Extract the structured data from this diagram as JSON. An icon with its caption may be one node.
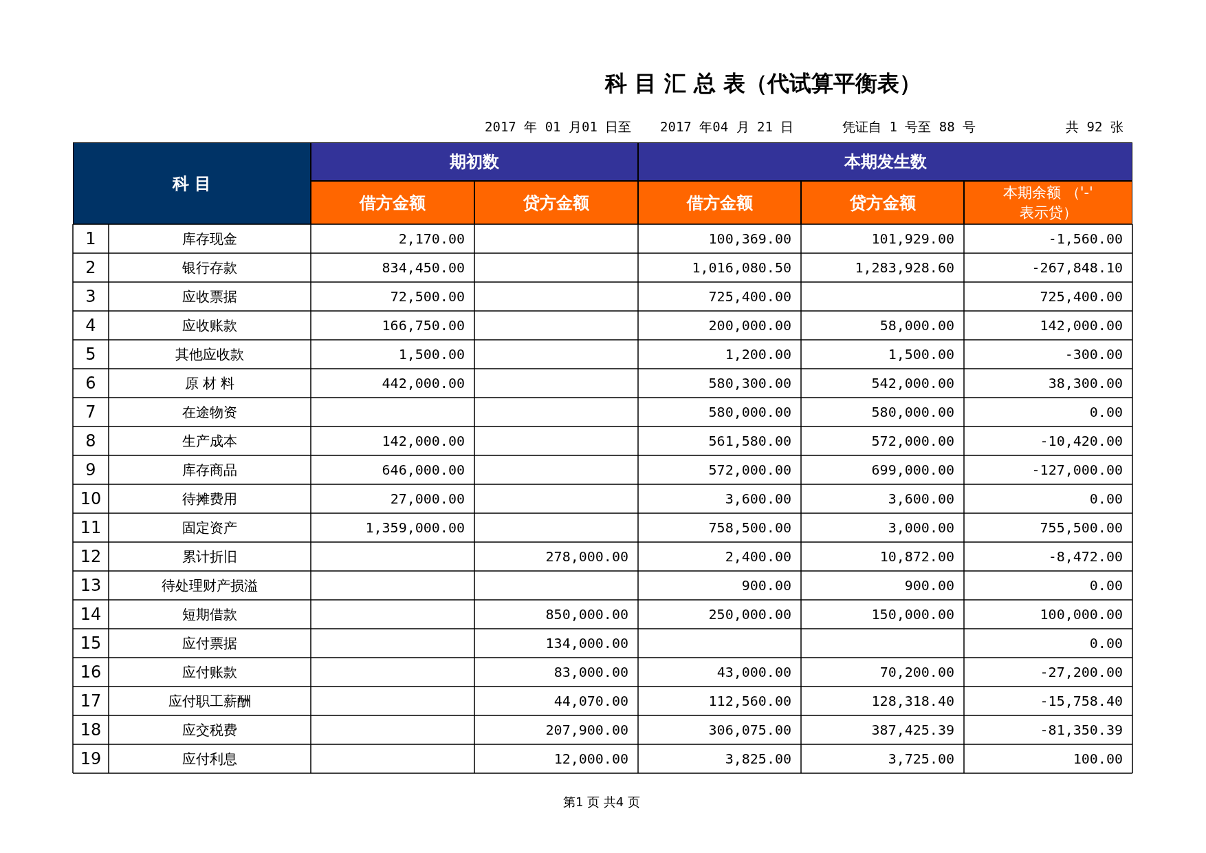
{
  "diagram": {
    "title": "科 目 汇 总 表（代试算平衡表）",
    "labels": [
      "2017 年 01 月01 日至",
      "2017 年04 月 21 日",
      "凭证自 1 号至 88 号",
      "共 92 张",
      "科 目",
      "期初数",
      "本期发生数",
      "借方金额",
      "贷方金额",
      "借方金额",
      "贷方金额",
      "本期余额 （'-' 表示贷）",
      "1",
      "库存现金",
      "2,170.00",
      "100,369.00",
      "101,929.00",
      "-1,560.00",
      "2",
      "银行存款",
      "834,450.00",
      "1,016,080.50",
      "1,283,928.60",
      "-267,848.10",
      "3",
      "应收票据",
      "72,500.00",
      "725,400.00",
      "725,400.00",
      "4",
      "应收账款",
      "166,750.00",
      "200,000.00",
      "58,000.00",
      "142,000.00",
      "5",
      "其他应收款",
      "1,500.00",
      "1,200.00",
      "1,500.00",
      "-300.00",
      "6",
      "原 材 料",
      "442,000.00",
      "580,300.00",
      "542,000.00",
      "38,300.00",
      "7",
      "在途物资",
      "580,000.00",
      "580,000.00",
      "0.00",
      "8",
      "生产成本",
      "142,000.00",
      "561,580.00",
      "572,000.00",
      "-10,420.00",
      "9",
      "库存商品",
      "646,000.00",
      "572,000.00",
      "699,000.00",
      "-127,000.00",
      "10",
      "待摊费用",
      "27,000.00",
      "3,600.00",
      "3,600.00",
      "0.00",
      "11",
      "固定资产",
      "1,359,000.00",
      "758,500.00",
      "3,000.00",
      "755,500.00",
      "12",
      "累计折旧",
      "278,000.00",
      "2,400.00",
      "10,872.00",
      "-8,472.00",
      "13",
      "待处理财产损溢",
      "900.00",
      "900.00",
      "0.00",
      "14",
      "短期借款",
      "850,000.00",
      "250,000.00",
      "150,000.00",
      "100,000.00",
      "15",
      "应付票据",
      "134,000.00",
      "0.00",
      "16",
      "应付账款",
      "83,000.00",
      "43,000.00",
      "70,200.00",
      "-27,200.00",
      "17",
      "应付职工薪酬",
      "44,070.00",
      "112,560.00",
      "128,318.40",
      "-15,758.40",
      "18",
      "应交税费",
      "207,900.00",
      "306,075.00",
      "387,425.39",
      "-81,350.39",
      "19",
      "应付利息",
      "12,000.00",
      "3,825.00",
      "3,725.00",
      "100.00",
      "第1 页 共4 页"
    ]
  }
}
